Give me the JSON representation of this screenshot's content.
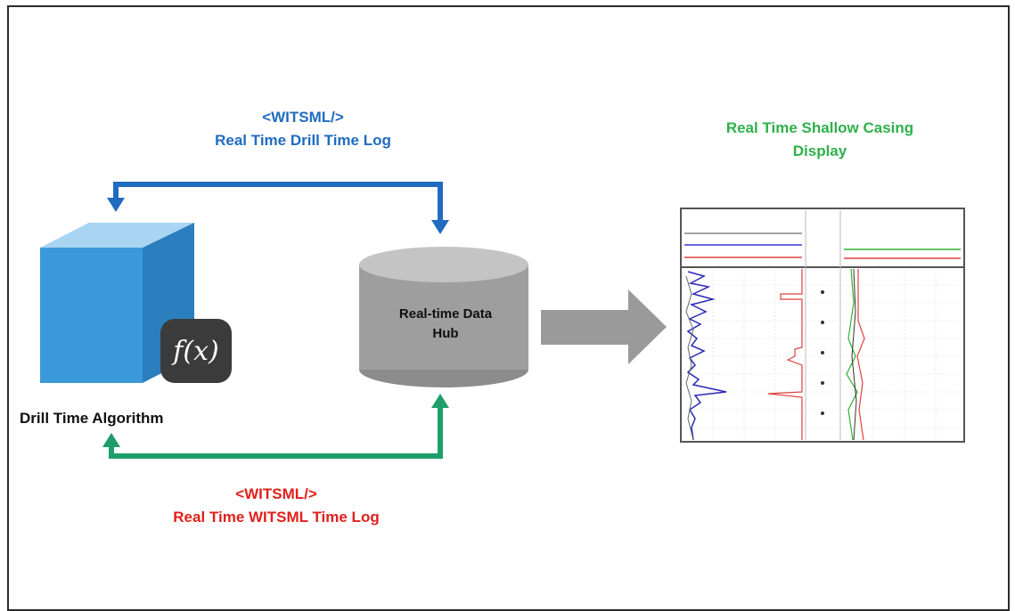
{
  "top_label": {
    "tag": "<WITSML/>",
    "title": "Real Time Drill Time Log"
  },
  "bottom_label": {
    "tag": "<WITSML/>",
    "title": "Real Time WITSML Time Log"
  },
  "right_label": {
    "line1": "Real Time Shallow Casing",
    "line2": "Display"
  },
  "algorithm": {
    "label": "Drill Time Algorithm",
    "icon": "function-icon",
    "badge_text": "f(x)"
  },
  "hub": {
    "line1": "Real-time Data",
    "line2": "Hub"
  },
  "colors": {
    "blue_arrow": "#1f6cc0",
    "green_arrow": "#1e9e6a",
    "gray_arrow": "#9a9a9a",
    "cube": "#3a9ad9"
  }
}
